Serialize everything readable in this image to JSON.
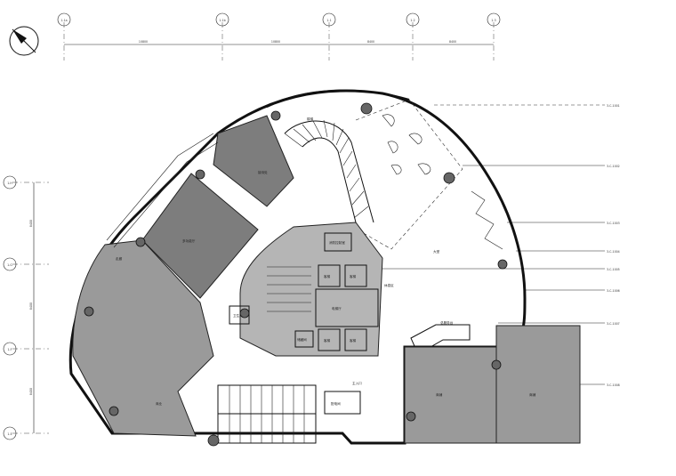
{
  "grid": {
    "top_axes": [
      "1-1a",
      "1-1b",
      "1-1",
      "1-2",
      "1-3"
    ],
    "left_axes": [
      "1-H",
      "1-G",
      "1-F",
      "1-E"
    ],
    "top_dims": [
      "10800",
      "10800",
      "8400",
      "8400"
    ],
    "left_dims": [
      "8400",
      "8400",
      "8400"
    ],
    "right_tags": [
      "3-C-1001",
      "3-C-1002",
      "3-C-1003",
      "3-C-1004",
      "3-C-1005",
      "3-C-1006",
      "3-C-1007",
      "3-C-1008"
    ]
  },
  "rooms": {
    "lobby": "大堂",
    "elevator_hall": "电梯厅",
    "fire_control": "消防控制室",
    "shop_left": "商业",
    "shop_right_1": "商铺",
    "shop_right_2": "商铺",
    "big_hall": "多功能厅",
    "office_top": "接待处",
    "left_strip": "走廊",
    "toilet": "卫生间",
    "lift_1": "客梯",
    "lift_2": "客梯",
    "lift_3": "客梯",
    "lift_4": "客梯",
    "stair_top": "楼梯",
    "reception": "总服务台",
    "rest": "休息区",
    "small_room": "配电间",
    "storage": "储藏间",
    "entry": "主入口"
  },
  "colors": {
    "hatch": "#7d7d7d",
    "core": "#b5b5b5",
    "ink": "#111111"
  },
  "icons": {
    "north": "north-arrow-icon"
  }
}
